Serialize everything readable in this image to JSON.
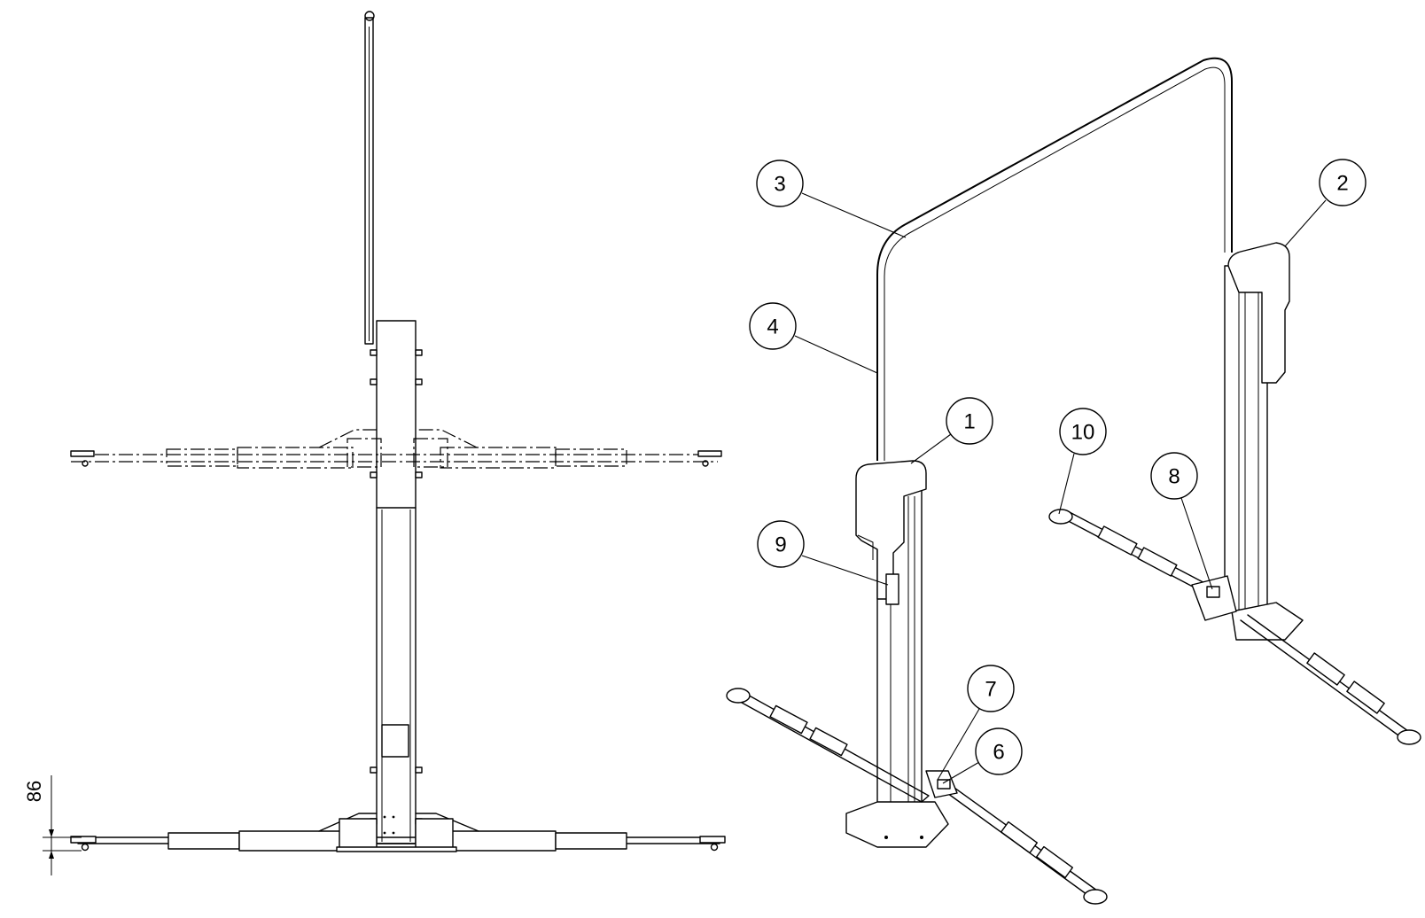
{
  "dimension": {
    "value": "86"
  },
  "balloons": [
    {
      "label": "1"
    },
    {
      "label": "2"
    },
    {
      "label": "3"
    },
    {
      "label": "4"
    },
    {
      "label": "6"
    },
    {
      "label": "7"
    },
    {
      "label": "8"
    },
    {
      "label": "9"
    },
    {
      "label": "10"
    }
  ]
}
